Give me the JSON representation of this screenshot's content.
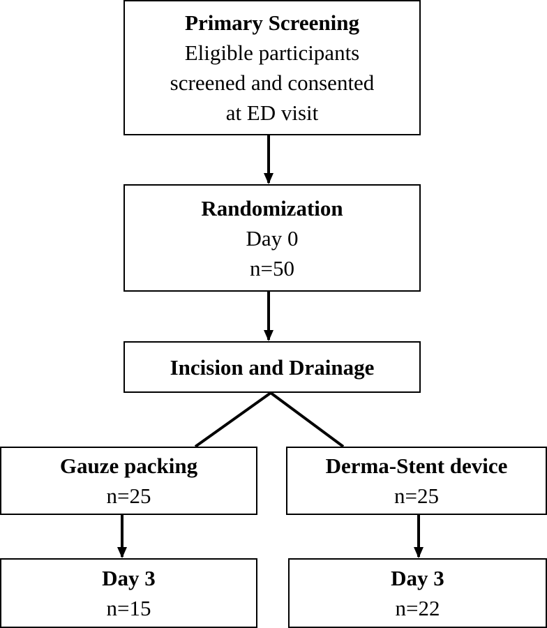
{
  "primary_screening": {
    "title": "Primary Screening",
    "lines": [
      "Eligible participants",
      "screened and consented",
      "at ED visit"
    ]
  },
  "randomization": {
    "title": "Randomization",
    "lines": [
      "Day 0",
      "n=50"
    ]
  },
  "incision": {
    "title": "Incision and Drainage"
  },
  "gauze": {
    "title": "Gauze packing",
    "n": "n=25"
  },
  "derma": {
    "title": "Derma-Stent device",
    "n": "n=25"
  },
  "day3_gauze": {
    "title": "Day 3",
    "n": "n=15"
  },
  "day3_derma": {
    "title": "Day 3",
    "n": "n=22"
  }
}
